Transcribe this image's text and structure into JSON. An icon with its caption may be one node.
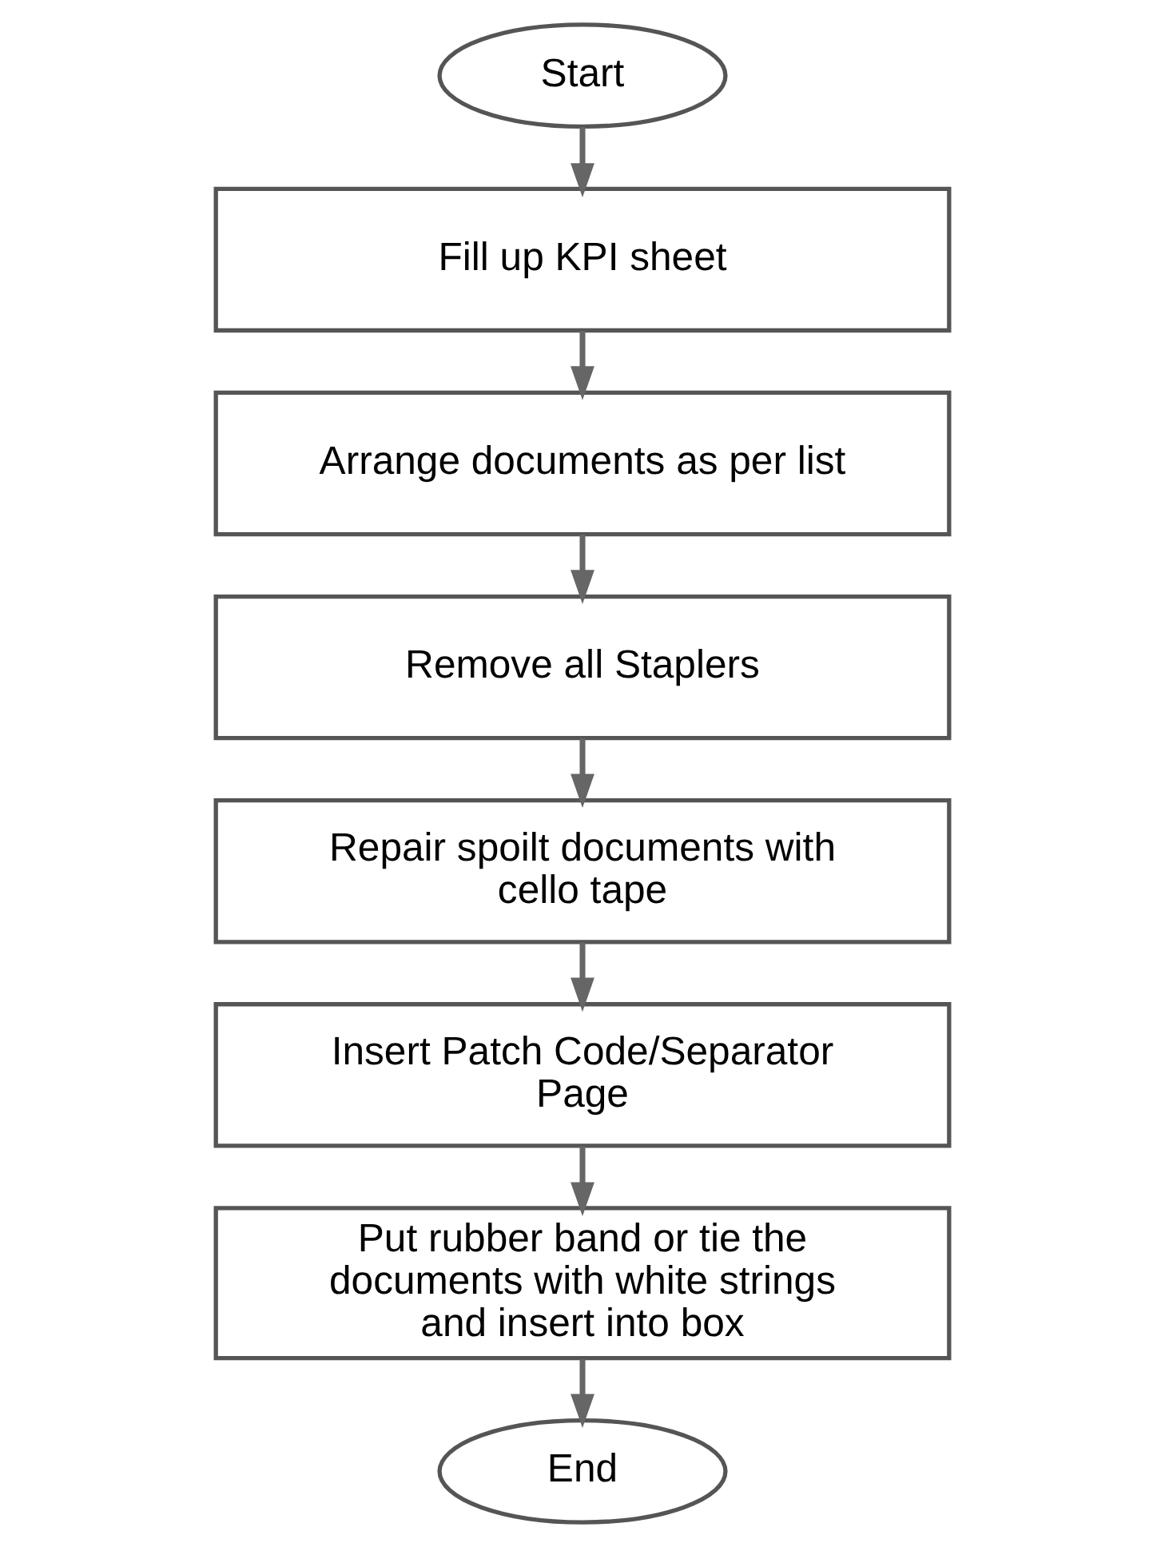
{
  "diagram": {
    "nodes": [
      {
        "text": [
          "Start"
        ]
      },
      {
        "text": [
          "Fill up KPI sheet"
        ]
      },
      {
        "text": [
          "Arrange documents as per list"
        ]
      },
      {
        "text": [
          "Remove all Staplers"
        ]
      },
      {
        "text": [
          "Repair spoilt documents with cello tape"
        ]
      },
      {
        "text": [
          "Insert Patch Code/Separator Page"
        ]
      },
      {
        "text": [
          "Put rubber band or tie the documents with white strings and insert into box"
        ]
      },
      {
        "text": [
          "End"
        ]
      }
    ],
    "edges": [
      {
        "from": 0,
        "to": 1,
        "arrow": "to"
      },
      {
        "from": 1,
        "to": 2,
        "arrow": "to"
      },
      {
        "from": 2,
        "to": 3,
        "arrow": "to"
      },
      {
        "from": 3,
        "to": 4,
        "arrow": "to"
      },
      {
        "from": 4,
        "to": 5,
        "arrow": "to"
      },
      {
        "from": 5,
        "to": 6,
        "arrow": "to"
      },
      {
        "from": 6,
        "to": 7,
        "arrow": "to"
      }
    ]
  }
}
